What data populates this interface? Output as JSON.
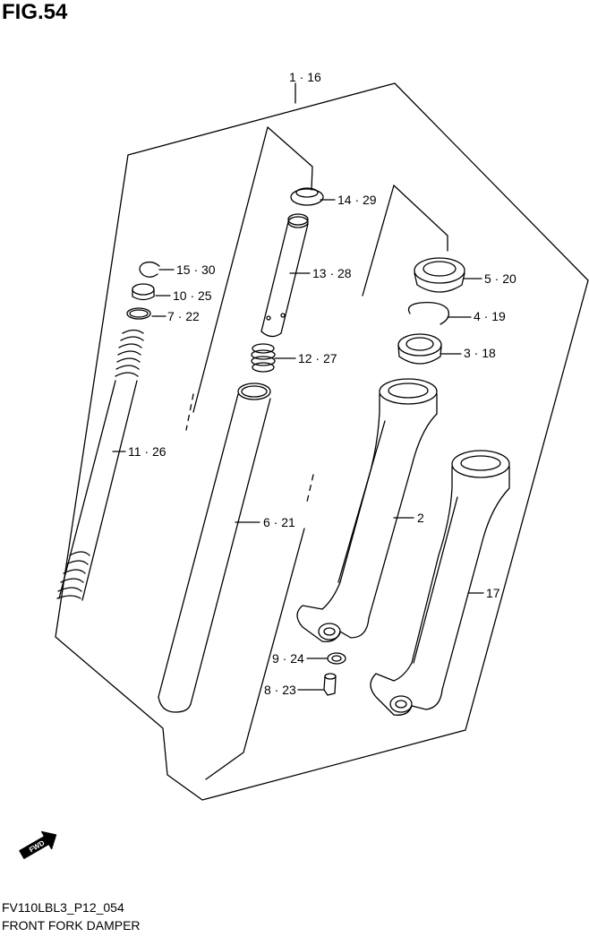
{
  "figure": {
    "title": "FIG.54",
    "code": "FV110LBL3_P12_054",
    "caption": "FRONT FORK DAMPER",
    "fwd_label": "FWD"
  },
  "callouts": [
    {
      "id": "assembly",
      "label": "1 · 16"
    },
    {
      "id": "p14",
      "label": "14 · 29"
    },
    {
      "id": "p15",
      "label": "15 · 30"
    },
    {
      "id": "p13",
      "label": "13 · 28"
    },
    {
      "id": "p5",
      "label": "5 · 20"
    },
    {
      "id": "p10",
      "label": "10 · 25"
    },
    {
      "id": "p7",
      "label": "7 · 22"
    },
    {
      "id": "p4",
      "label": "4 · 19"
    },
    {
      "id": "p3",
      "label": "3 · 18"
    },
    {
      "id": "p12",
      "label": "12 · 27"
    },
    {
      "id": "p11",
      "label": "11 · 26"
    },
    {
      "id": "p2",
      "label": "2"
    },
    {
      "id": "p6",
      "label": "6 · 21"
    },
    {
      "id": "p17",
      "label": "17"
    },
    {
      "id": "p9",
      "label": "9 · 24"
    },
    {
      "id": "p8",
      "label": "8 · 23"
    }
  ]
}
